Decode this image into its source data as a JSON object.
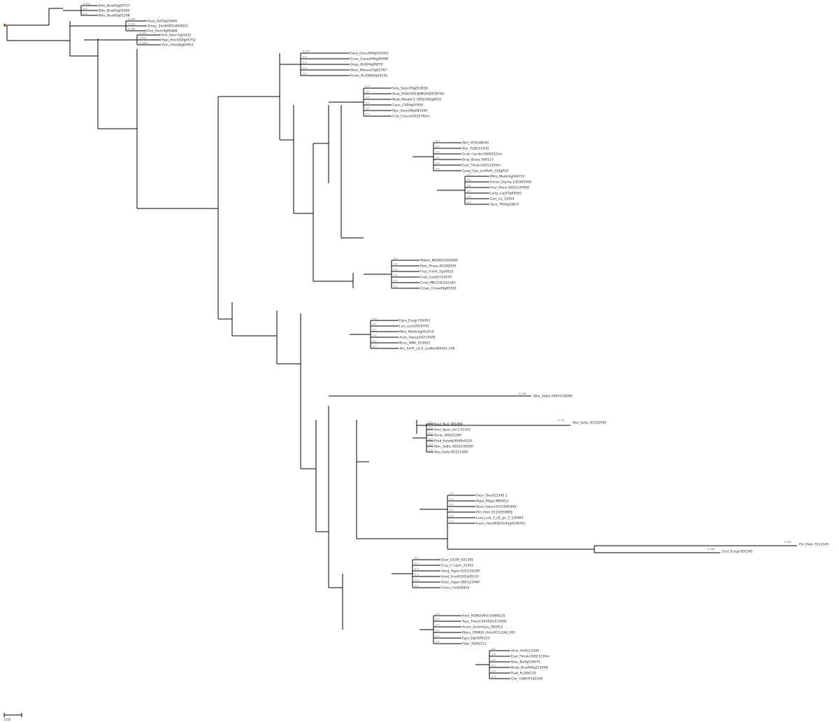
{
  "tree": {
    "scale_label": "0.05",
    "clades": [
      {
        "tips": [
          [
            "Bdis_Bradi5g00757",
            "0.352"
          ],
          [
            "Bdis_Bradi5g01282",
            "0.0"
          ],
          [
            "Bdis_Bradi5g01298",
            "0.0"
          ]
        ]
      },
      {
        "tips": [
          [
            "Osat_Os03g41660",
            "0.234"
          ],
          [
            "Zmay_Zm00001d004521",
            "0.301"
          ],
          [
            "Pvir_Pavir9g00468",
            "0.289"
          ]
        ]
      },
      {
        "tips": [
          [
            "Pvir_Pavir7g01452",
            "0.318"
          ],
          [
            "Popt_Potri010g05752",
            "0.451"
          ],
          [
            "Vvin_Vitis06g00063",
            "0.0992"
          ]
        ]
      },
      {
        "tips": [
          [
            "Gary_Gorai009g032402",
            "0.107"
          ],
          [
            "Ccan_Cacao008g00488",
            "0.0"
          ],
          [
            "Ahyp_AhA04g09870",
            "0.0"
          ],
          [
            "Mesc_Manes03g01767",
            "0.0"
          ],
          [
            "Rcom_Rc29850g00141",
            "0.0"
          ]
        ]
      },
      {
        "tips": [
          [
            "Sola_Solyc05g052830",
            "0.0"
          ],
          [
            "Stub_PGSC0003DMG400018760",
            "0.0"
          ],
          [
            "Ntab_Nitab4.5_0002345g0010",
            "0.0"
          ],
          [
            "Cann_CA04g07950",
            "0.0"
          ],
          [
            "Slyc_Solyc06g083190",
            "0.0"
          ],
          [
            "Ccle_Ciclev10025760m",
            "0.0"
          ]
        ]
      },
      {
        "tips": [
          [
            "Athl_AT5G48540",
            "0.0"
          ],
          [
            "Alyr_AL8G21630",
            "0.0"
          ],
          [
            "Crub_Carubv10004321m",
            "0.0"
          ],
          [
            "Brap_Brara.A00123",
            "0.0"
          ],
          [
            "Esal_Thhalv10011250m",
            "0.0"
          ],
          [
            "Cpap_Cpa_scaffold_110g020",
            "0.0"
          ]
        ]
      },
      {
        "tips": [
          [
            "Mtru_Medtr4g094715",
            "0.0"
          ],
          [
            "Gmax_Glyma.13G045500",
            "0.0"
          ],
          [
            "Pvul_Phvul.002G147000",
            "0.0"
          ],
          [
            "Lang_Lup07g04562",
            "0.0"
          ],
          [
            "Cari_Ca_12954",
            "0.0"
          ],
          [
            "Tpra_TP04g19837",
            "0.0"
          ]
        ]
      },
      {
        "tips": [
          [
            "Mdom_MD08G1093000",
            "0.0"
          ],
          [
            "Pper_Prupe.6G160200",
            "0.0"
          ],
          [
            "Fves_FvH4_3g30910",
            "0.0"
          ],
          [
            "Csat_Csa5G153470",
            "0.0"
          ],
          [
            "Cmel_MELO3C012345",
            "0.0"
          ],
          [
            "Cmax_Cmax04g00391",
            "0.0"
          ]
        ]
      },
      {
        "tips": [
          [
            "Egra_Eucgr.F03452",
            "0.0"
          ],
          [
            "Lusi_Lus10028745",
            "0.0"
          ],
          [
            "Mtru_Medtr2g012410",
            "0.0"
          ],
          [
            "Acoe_Aqcoe3G214500",
            "0.0"
          ],
          [
            "Nnuc_NNU_013922",
            "0.0"
          ],
          [
            "Atri_AmTr_v1.0_scaffold00041.148",
            "0.0"
          ]
        ]
      },
      {
        "tips": [
          [
            "Bvul_Bv3_065480",
            "0.0"
          ],
          [
            "Soel_Spov_chr2.01432",
            "0.0"
          ],
          [
            "Amar_AH021289",
            "0.0"
          ],
          [
            "Kfed_Kaladp0048s0120",
            "0.0"
          ],
          [
            "Sbic_Sobic.003G140500",
            "0.0"
          ],
          [
            "Sita_Seita.9G211000",
            "0.0"
          ]
        ]
      },
      {
        "tips": [
          [
            "Oeur_Oeu012345.1",
            "0.0"
          ],
          [
            "Mgut_Migut.M00412",
            "0.0"
          ],
          [
            "Spur_Sapur.011G045300",
            "0.0"
          ],
          [
            "Ptri_Potri.011G059800",
            "0.0"
          ],
          [
            "Lsat_Lsat_1_v5_gn_3_120481",
            "0.0"
          ],
          [
            "Hann_HanXRQChr05g0148761",
            "0.0"
          ]
        ]
      },
      {
        "tips": [
          [
            "Dcar_DCAR_021345",
            "0.0"
          ],
          [
            "Ccaj_C.cajan_31452",
            "0.0"
          ],
          [
            "Vang_Vigan.02G145200",
            "0.0"
          ],
          [
            "Vrad_Vradi0145s00120",
            "0.0"
          ],
          [
            "Aduc_Vigan.08G123400",
            "0.0"
          ],
          [
            "Cmos_Cm028910",
            "0.0"
          ]
        ]
      },
      {
        "tips": [
          [
            "Ahal_AH4G12340",
            "0.0"
          ],
          [
            "Esal_Thhalv10021230m",
            "0.0"
          ],
          [
            "Bole_Bo4g158670",
            "0.0"
          ],
          [
            "Bnap_BnaA04g12340D",
            "0.0"
          ],
          [
            "Rsat_Rs384210",
            "0.0"
          ],
          [
            "Chir_CARHR182340",
            "0.0"
          ]
        ]
      },
      {
        "tips": [
          [
            "Hvul_HORVU4Hr1G084210",
            "0.0"
          ],
          [
            "Taes_TraesCS4A02G123400",
            "0.0"
          ],
          [
            "Acom_Acomosus_003412",
            "0.0"
          ],
          [
            "Macu_GSMUA_Achr4G12340_001",
            "0.0"
          ],
          [
            "Egui_EgG000123",
            "0.0"
          ],
          [
            "Pdac_PD04123",
            "0.0"
          ]
        ]
      }
    ],
    "long_tips": [
      [
        "Sbic_Sobic.009G158000",
        "0.436"
      ],
      [
        "Sita_Seita.3G152000",
        "0.297"
      ],
      [
        "Ptri_Potri.T012345",
        "0.467"
      ],
      [
        "Eucl_Eucgr.K02345",
        "0.336"
      ]
    ]
  }
}
